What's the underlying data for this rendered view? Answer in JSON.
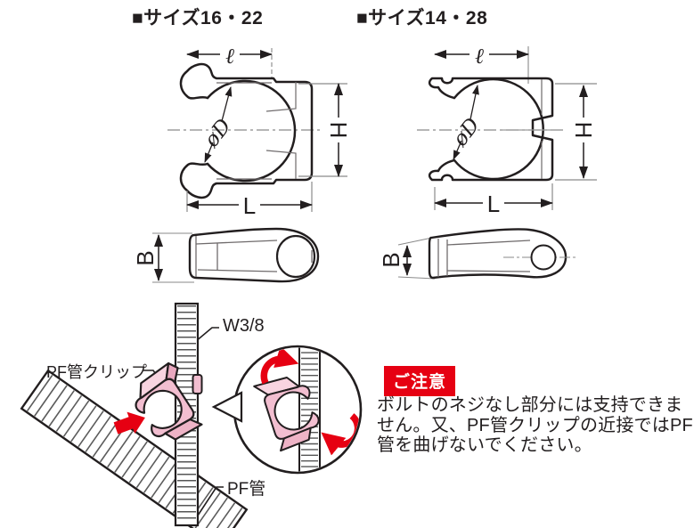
{
  "headers": {
    "size_left": "■サイズ16・22",
    "size_right": "■サイズ14・28"
  },
  "dims": {
    "ell": "ℓ",
    "phiD": "øD",
    "H": "H",
    "L": "L",
    "B": "B"
  },
  "callouts": {
    "rod": "W3/8",
    "clip": "PF管クリップ",
    "pipe": "PF管"
  },
  "notice": {
    "badge": "ご注意",
    "lines": [
      "ボルトのネジなし部分には支持できま",
      "せん。又、PF管クリップの近接ではPF",
      "管を曲げないでください。"
    ]
  },
  "colors": {
    "accent_red": "#e60012",
    "clip_pink": "#f2bed0",
    "clip_pink_light": "#f8d4e0",
    "clip_pink_dark": "#e9a8bf",
    "line_dark": "#221e1f",
    "line_gray": "#8a8a8a"
  }
}
